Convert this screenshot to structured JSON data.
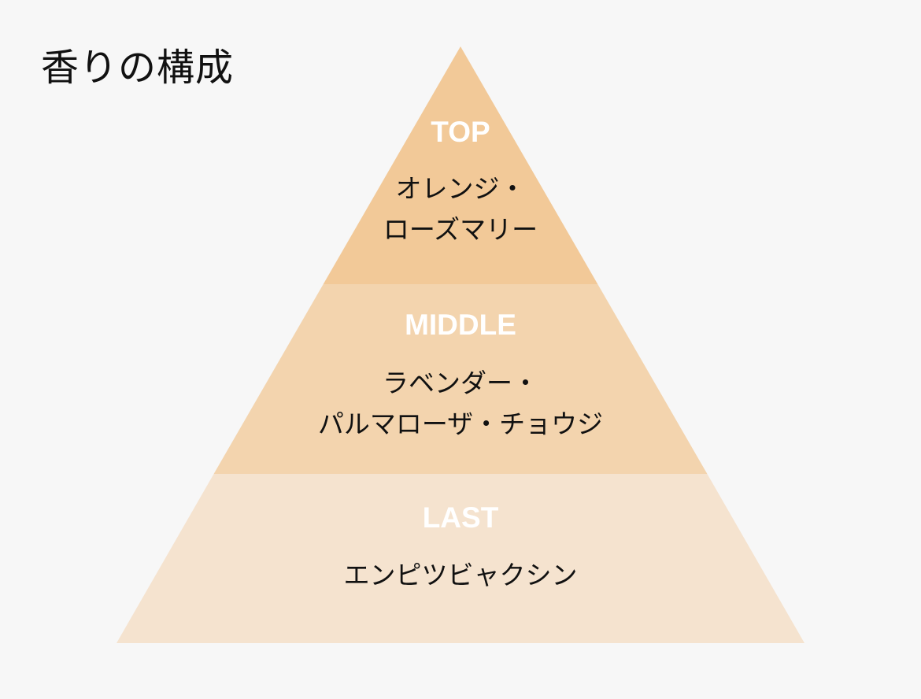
{
  "title": "香りの構成",
  "colors": {
    "background": "#f7f7f7",
    "top": "#f2c998",
    "middle": "#f3d4ae",
    "last": "#f5e3cf",
    "label": "#ffffff",
    "notes": "#111111"
  },
  "pyramid": {
    "layers": [
      {
        "label": "TOP",
        "notes_line1": "オレンジ・",
        "notes_line2": "ローズマリー"
      },
      {
        "label": "MIDDLE",
        "notes_line1": "ラベンダー・",
        "notes_line2": "パルマローザ・チョウジ"
      },
      {
        "label": "LAST",
        "notes_line1": "エンピツビャクシン",
        "notes_line2": ""
      }
    ]
  }
}
